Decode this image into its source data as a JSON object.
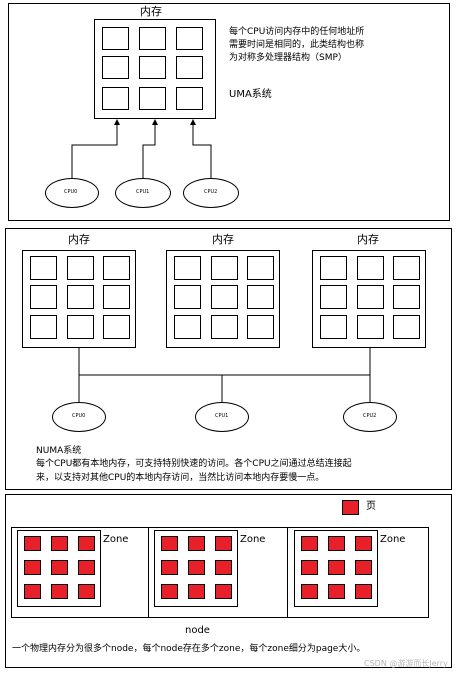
{
  "uma": {
    "memory_label": "内存",
    "description_lines": [
      "每个CPU访问内存中的任何地址所",
      "需要时间是相同的，此类结构也称",
      "为对称多处理器结构（SMP）"
    ],
    "system_label": "UMA系统",
    "cpus": [
      "CPU0",
      "CPU1",
      "CPU2"
    ]
  },
  "numa": {
    "memory_labels": [
      "内存",
      "内存",
      "内存"
    ],
    "cpus": [
      "CPU0",
      "CPU1",
      "CPU2"
    ],
    "system_label": "NUMA系统",
    "description_lines": [
      "每个CPU都有本地内存，可支持特别快速的访问。各个CPU之间通过总结连接起",
      "来，以支持对其他CPU的本地内存访问，当然比访问本地内存要慢一点。"
    ]
  },
  "node": {
    "legend_label": "页",
    "zone_labels": [
      "Zone",
      "Zone",
      "Zone"
    ],
    "node_label": "node",
    "description": "一个物理内存分为很多个node，每个node存在多个zone，每个zone细分为page大小。"
  },
  "watermark": "CSDN @游游而长Jerry",
  "colors": {
    "page": "#e8202a",
    "line": "#000000"
  }
}
